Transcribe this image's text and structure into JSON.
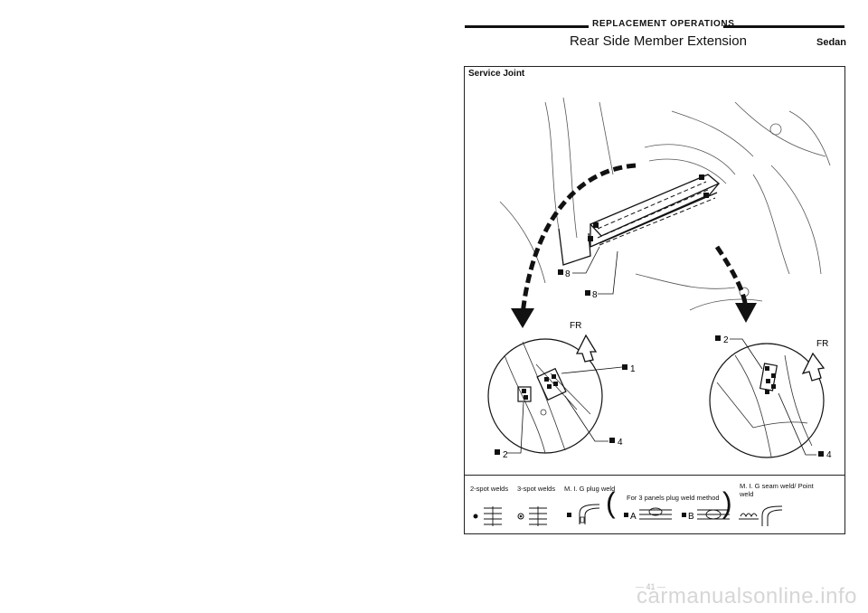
{
  "header": {
    "section_title": "REPLACEMENT OPERATIONS",
    "page_title": "Rear Side Member Extension",
    "variant": "Sedan"
  },
  "diagram": {
    "label": "Service Joint",
    "callouts": {
      "main_8a": "8",
      "main_8b": "8",
      "left_1": "1",
      "left_4": "4",
      "left_2": "2",
      "right_2": "2",
      "right_4": "4"
    },
    "direction_left": "FR",
    "direction_right": "FR"
  },
  "legend": {
    "spot2": "2-spot welds",
    "spot3": "3-spot welds",
    "mig_plug": "M. I. G plug weld",
    "three_panels": "For 3 panels plug weld method",
    "mig_seam": "M. I. G seam weld/ Point weld",
    "label_a": "A",
    "label_b": "B"
  },
  "footer": {
    "page_number": "— 41 —",
    "watermark": "carmanualsonline.info"
  }
}
